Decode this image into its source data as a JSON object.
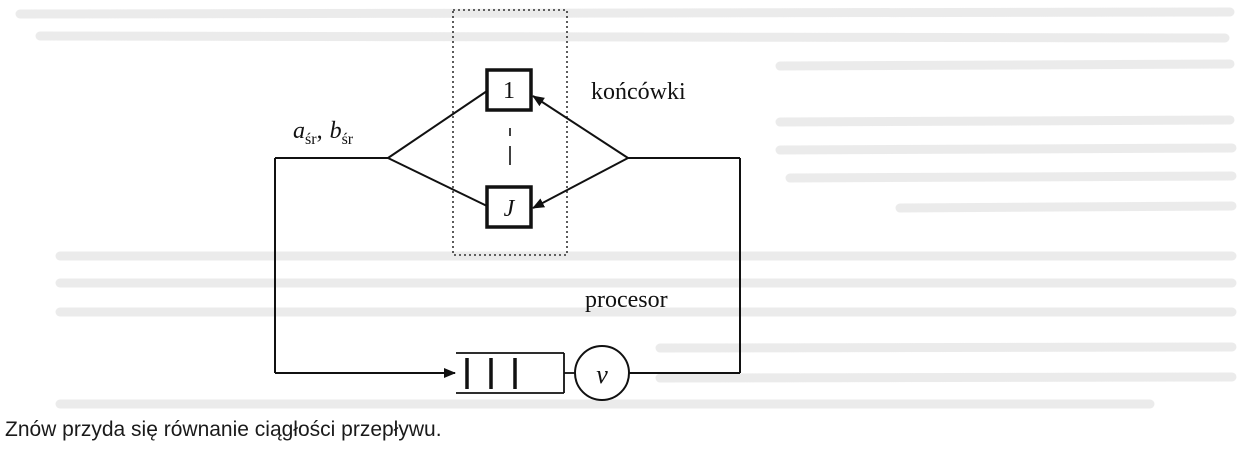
{
  "diagram": {
    "terminals_label": "końcówki",
    "terminal_first": "1",
    "terminal_last": "J",
    "avg_label_a": "a",
    "avg_label_b": "b",
    "avg_subscript": "śr",
    "avg_separator": ",",
    "processor_label": "procesor",
    "processor_speed_symbol": "v"
  },
  "caption": "Znów przyda się równanie ciągłości przepływu."
}
